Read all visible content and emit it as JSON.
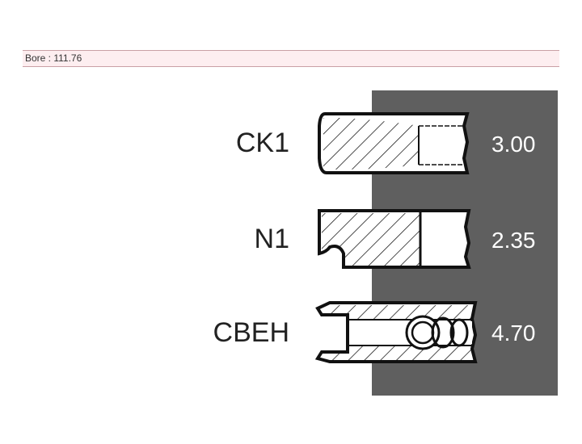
{
  "bore": {
    "text": "Bore : 111.76"
  },
  "rings": [
    {
      "name": "CK1",
      "value": "3.00"
    },
    {
      "name": "N1",
      "value": "2.35"
    },
    {
      "name": "CBEH",
      "value": "4.70"
    }
  ],
  "colors": {
    "panel": "#5f5f5f",
    "bore_bg": "#fdeef0",
    "bore_border": "#c9a0a5"
  }
}
